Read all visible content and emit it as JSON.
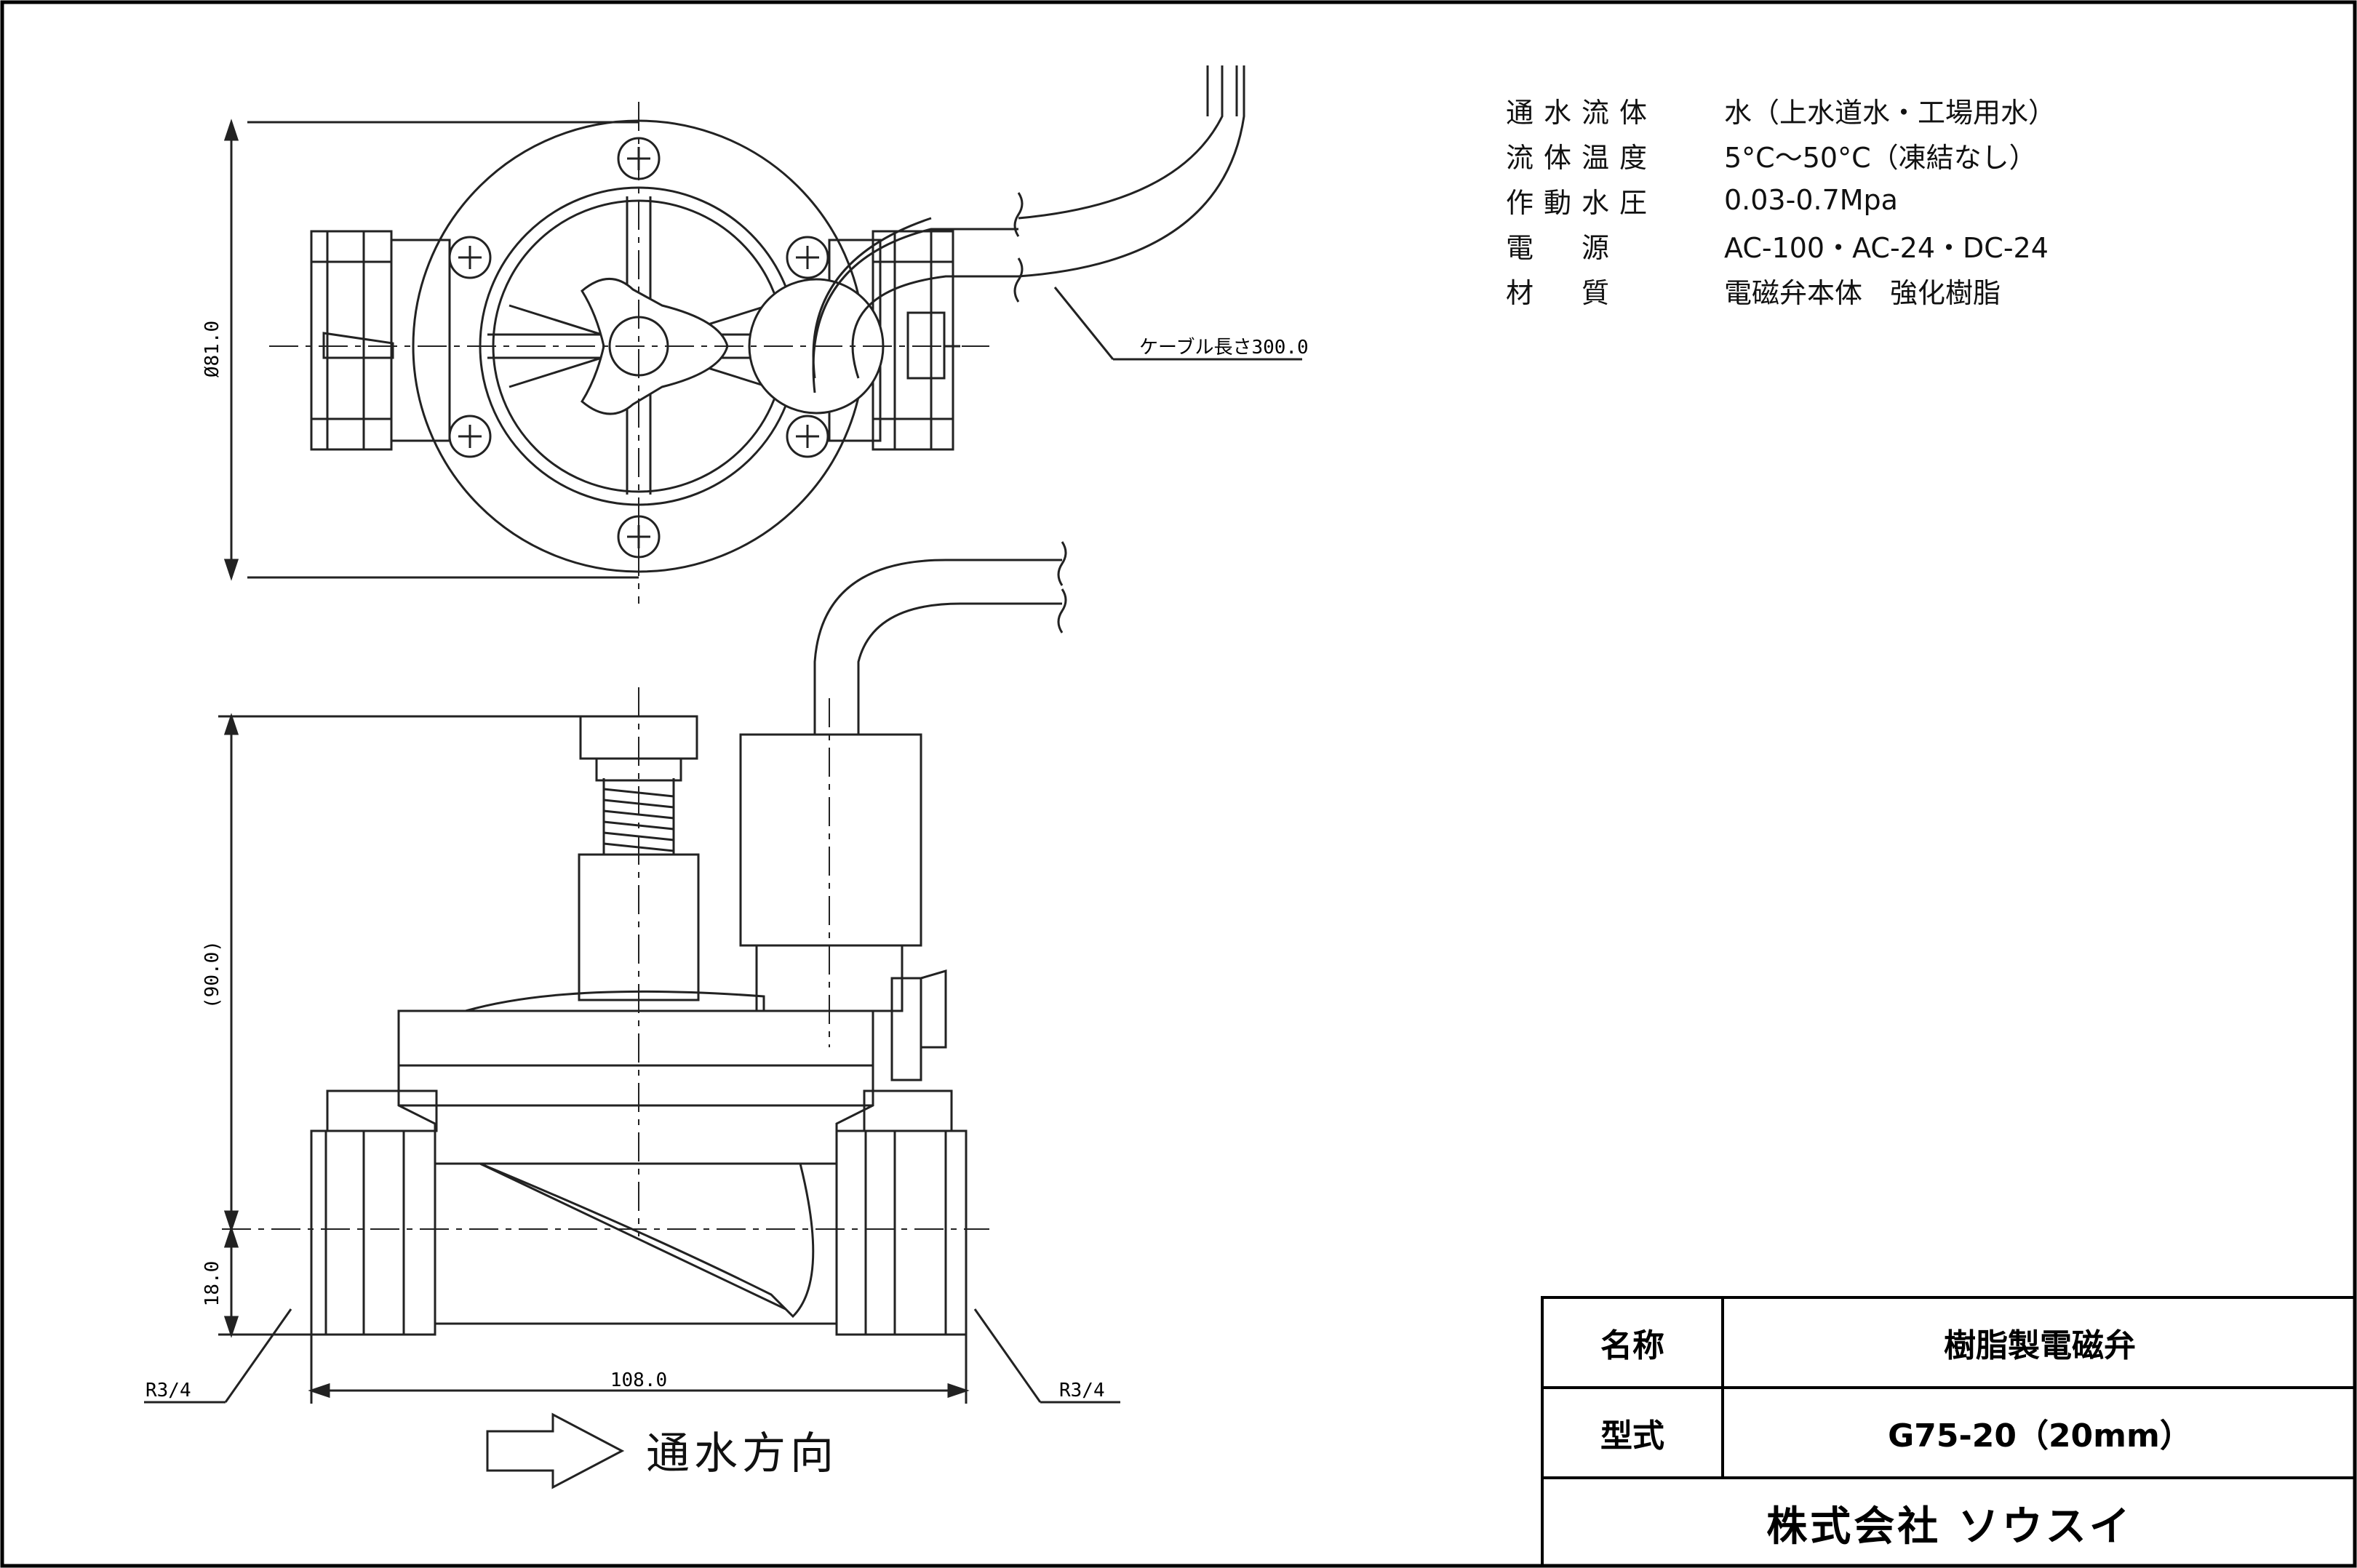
{
  "specs": [
    {
      "key": "通水流体",
      "value": "水（上水道水・工場用水）"
    },
    {
      "key": "流体温度",
      "value": "5°C〜50°C（凍結なし）"
    },
    {
      "key": "作動水圧",
      "value": "0.03-0.7Mpa"
    },
    {
      "key": "電　源",
      "value": "AC-100・AC-24・DC-24"
    },
    {
      "key": "材　質",
      "value": "電磁弁本体　強化樹脂"
    }
  ],
  "dimensions": {
    "diameter": "Ø81.0",
    "height": "(90.0)",
    "center_height": "18.0",
    "length": "108.0",
    "thread_left": "R3/4",
    "thread_right": "R3/4",
    "cable": "ケーブル長さ300.0"
  },
  "flow_direction": "通水方向",
  "title_block": {
    "name_label": "名称",
    "name_value": "樹脂製電磁弁",
    "model_label": "型式",
    "model_value": "G75-20（20mm）",
    "company": "株式会社 ソウスイ"
  }
}
